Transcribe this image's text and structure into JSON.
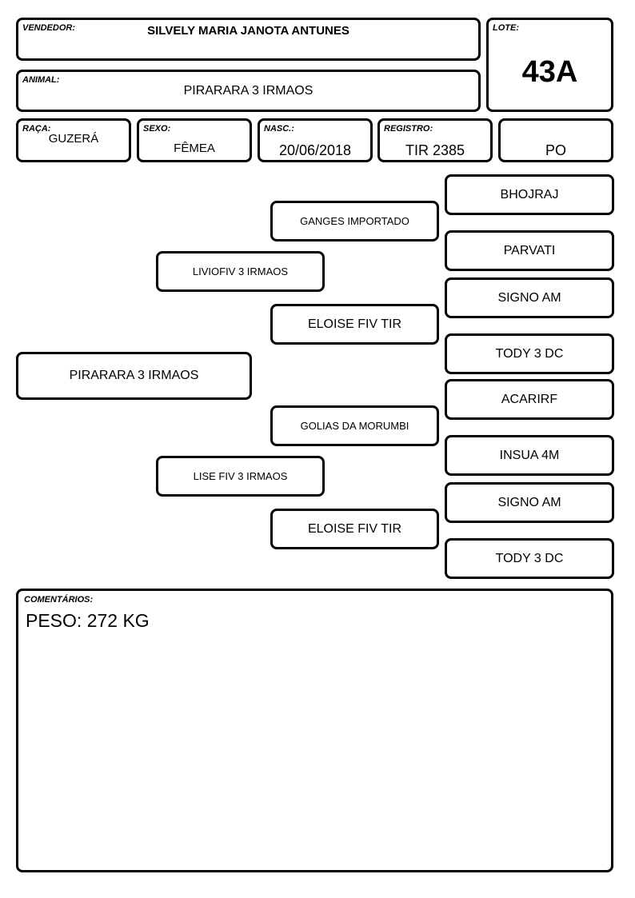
{
  "header": {
    "vendedor": {
      "label": "VENDEDOR:",
      "value": "SILVELY MARIA JANOTA ANTUNES"
    },
    "lote": {
      "label": "LOTE:",
      "value": "43A"
    },
    "animal": {
      "label": "ANIMAL:",
      "value": "PIRARARA 3 IRMAOS"
    }
  },
  "info": {
    "raca": {
      "label": "RAÇA:",
      "value": "GUZERÁ"
    },
    "sexo": {
      "label": "SEXO:",
      "value": "FÊMEA"
    },
    "nasc": {
      "label": "NASC.:",
      "value": "20/06/2018"
    },
    "registro": {
      "label": "REGISTRO:",
      "value": "TIR 2385"
    },
    "categoria": {
      "value": "PO"
    }
  },
  "pedigree": {
    "animal": "PIRARARA 3 IRMAOS",
    "sire": "LIVIOFIV 3 IRMAOS",
    "dam": "LISE FIV 3 IRMAOS",
    "sire_sire": "GANGES IMPORTADO",
    "sire_dam": "ELOISE FIV TIR",
    "dam_sire": "GOLIAS DA MORUMBI",
    "dam_dam": "ELOISE FIV TIR",
    "ggp": [
      "BHOJRAJ",
      "PARVATI",
      "SIGNO AM",
      "TODY 3 DC",
      "ACARIRF",
      "INSUA 4M",
      "SIGNO AM",
      "TODY 3 DC"
    ]
  },
  "comments": {
    "label": "COMENTÁRIOS:",
    "text": "PESO: 272 KG"
  }
}
